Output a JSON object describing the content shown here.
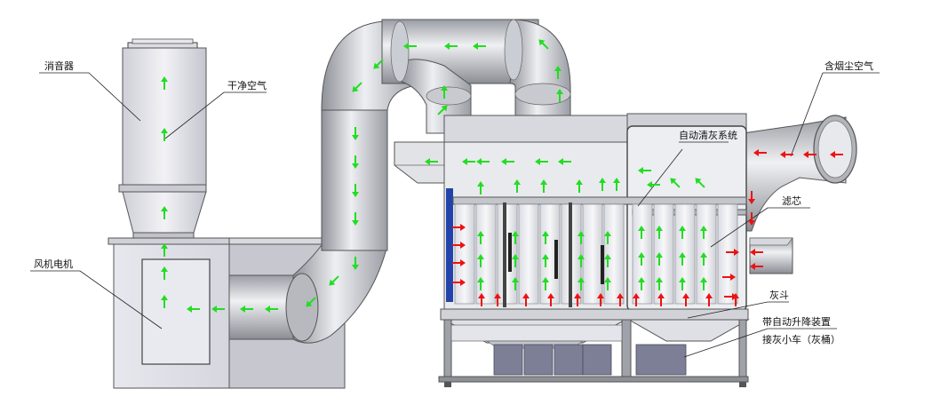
{
  "labels": {
    "silencer": "消音器",
    "clean_air": "干净空气",
    "fan_motor": "风机电机",
    "smoke_dust_air": "含烟尘空气",
    "auto_cleaning": "自动清灰系统",
    "filter_cartridge": "滤芯",
    "ash_hopper": "灰斗",
    "lift_device": "带自动升降装置",
    "ash_cart": "接灰小车（灰桶）"
  },
  "colors": {
    "clean_arrow": "#22dd22",
    "dirty_arrow": "#ee1111",
    "metal": "#b9bcc2",
    "duct_light": "#e4e5e8",
    "duct_dark": "#8e9198",
    "frame": "#3a3a3a",
    "blue_bar": "#2244aa",
    "bin": "#7d7f96"
  },
  "icons": {
    "flow_arrow": "arrow-icon"
  }
}
